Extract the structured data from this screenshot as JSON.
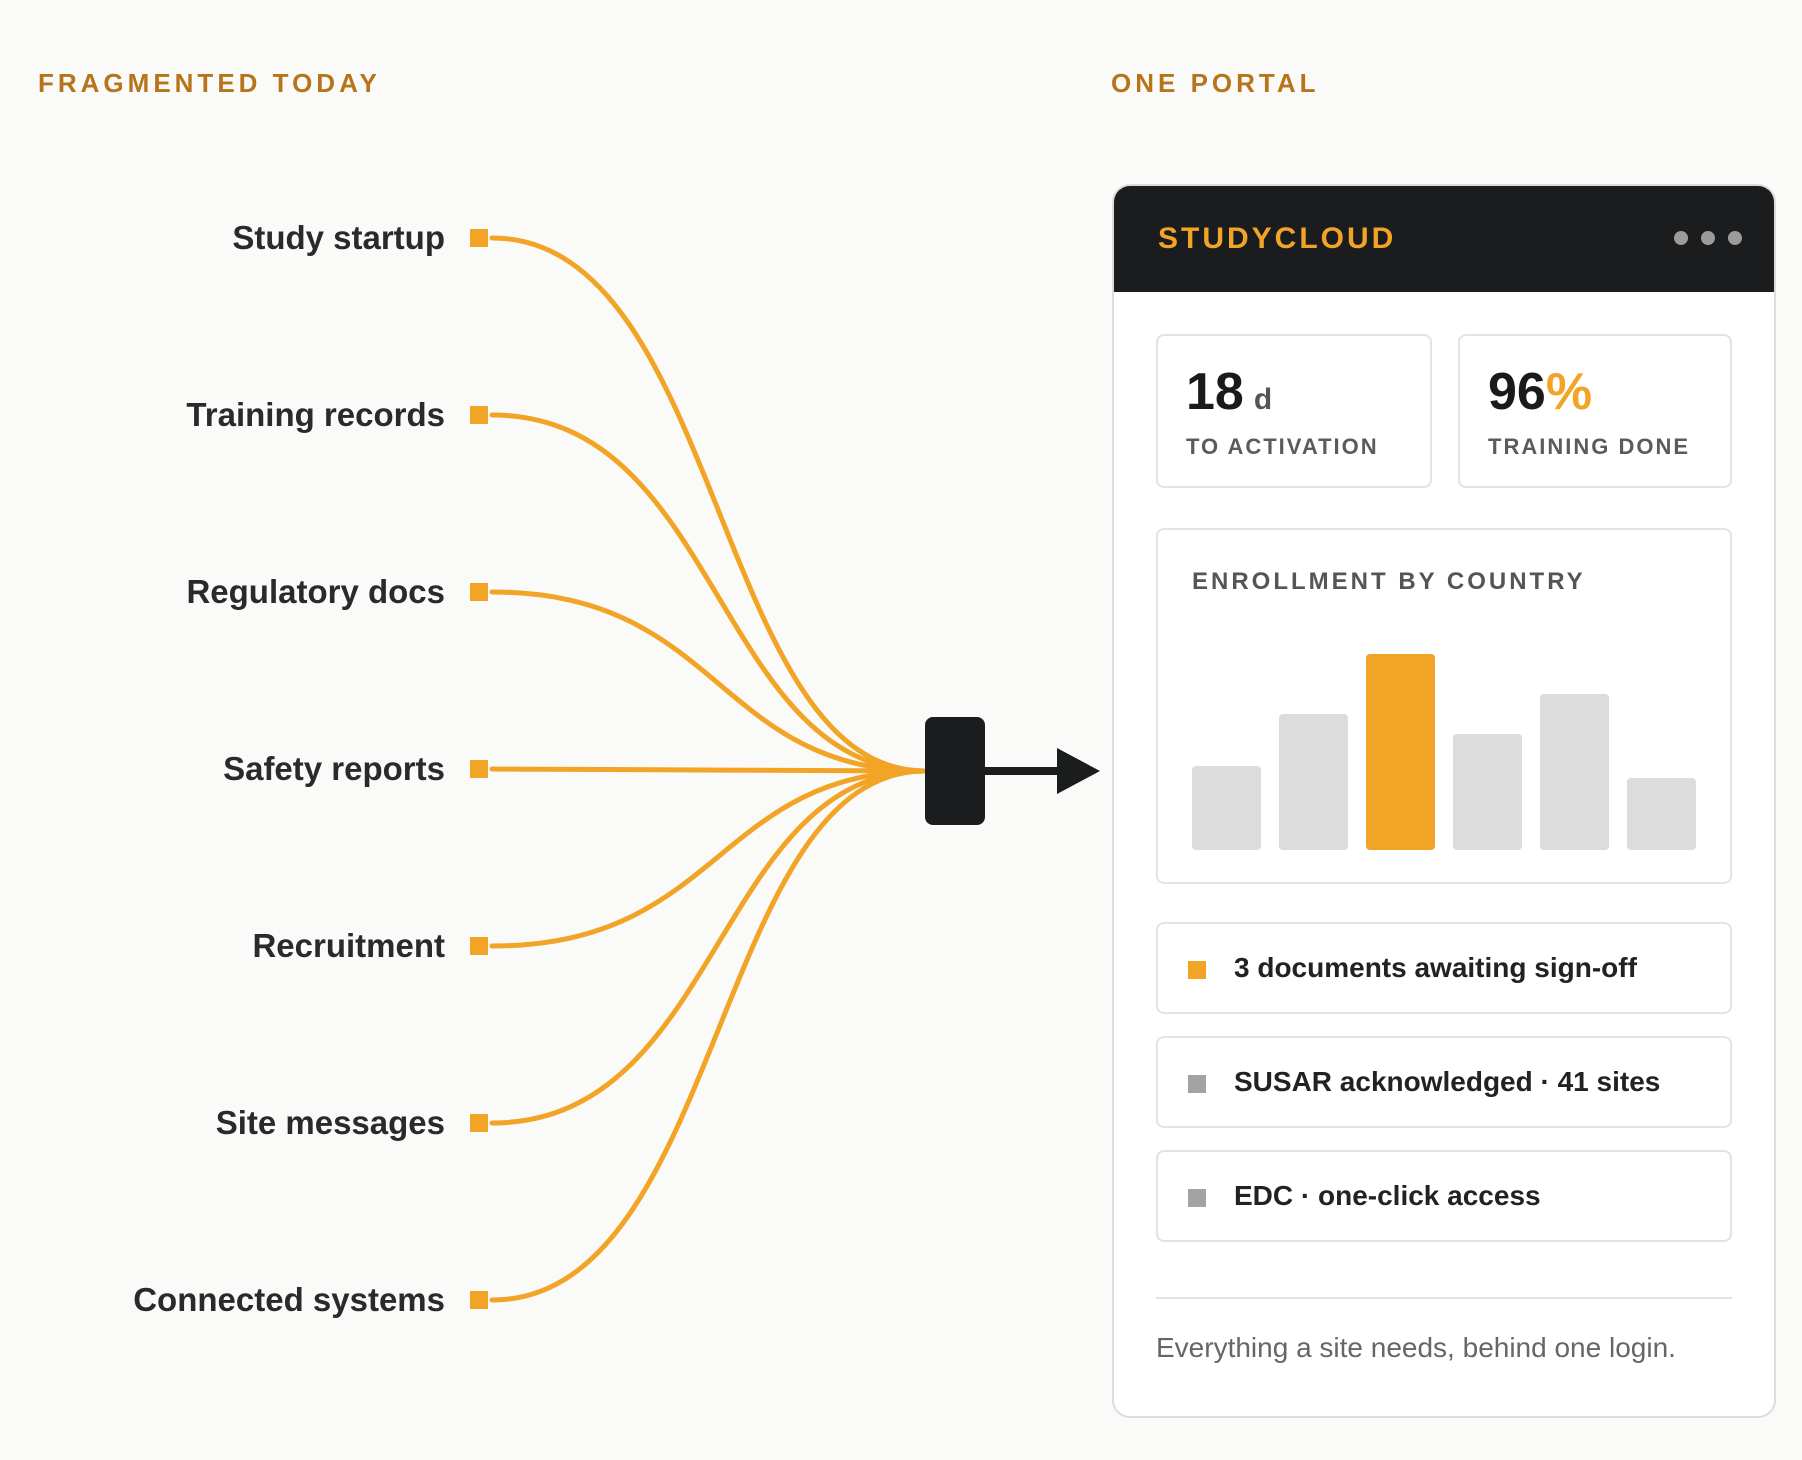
{
  "left_section": {
    "label": "FRAGMENTED TODAY"
  },
  "right_section": {
    "label": "ONE PORTAL"
  },
  "sources": [
    "Study startup",
    "Training records",
    "Regulatory docs",
    "Safety reports",
    "Recruitment",
    "Site messages",
    "Connected systems"
  ],
  "portal": {
    "title": "STUDYCLOUD",
    "menu_icon": "more-dots-icon",
    "stats": {
      "activation": {
        "value": "18",
        "unit": "d",
        "label": "TO ACTIVATION"
      },
      "training": {
        "value": "96",
        "unit": "%",
        "label": "TRAINING DONE"
      }
    },
    "enrollment": {
      "title": "ENROLLMENT BY COUNTRY"
    },
    "statuses": [
      {
        "text": "3 documents awaiting sign-off",
        "color": "#f2a427"
      },
      {
        "text": "SUSAR acknowledged · 41 sites",
        "color": "#a3a3a3"
      },
      {
        "text": "EDC · one-click access",
        "color": "#a3a3a3"
      }
    ],
    "footer": "Everything a site needs, behind one login."
  },
  "colors": {
    "accent": "#f2a427",
    "dark": "#1b1c1d",
    "bar_neutral": "#dcdcdc",
    "section_label": "#b8741a"
  },
  "chart_data": {
    "type": "bar",
    "title": "ENROLLMENT BY COUNTRY",
    "categories": [],
    "values": [
      42,
      68,
      98,
      58,
      78,
      36
    ],
    "highlight_index": 2,
    "ylim": [
      0,
      100
    ]
  }
}
